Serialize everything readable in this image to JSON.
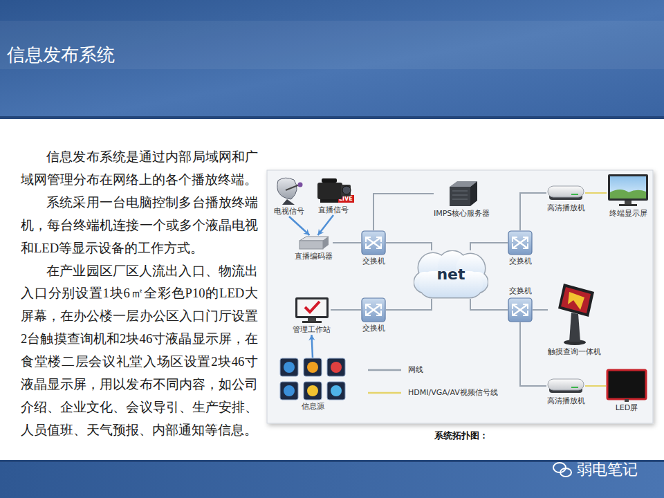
{
  "diagram": {
    "title": "信息发布系统",
    "caption": "系统拓扑图：",
    "nodes": [
      {
        "text": [
          "电视信号"
        ]
      },
      {
        "text": [
          "直播信号"
        ]
      },
      {
        "text": [
          "IMPS核心服务器"
        ]
      },
      {
        "text": [
          "高清播放机"
        ]
      },
      {
        "text": [
          "终端显示屏"
        ]
      },
      {
        "text": [
          "直播编码器"
        ]
      },
      {
        "text": [
          "交换机"
        ]
      },
      {
        "text": [
          "net"
        ]
      },
      {
        "text": [
          "交换机"
        ]
      },
      {
        "text": [
          "交换机"
        ]
      },
      {
        "text": [
          "管理工作站"
        ]
      },
      {
        "text": [
          "交换机"
        ]
      },
      {
        "text": [
          "触摸查询一体机"
        ]
      },
      {
        "text": [
          "信息源"
        ]
      },
      {
        "text": [
          "高清播放机"
        ]
      },
      {
        "text": [
          "LED屏"
        ]
      }
    ],
    "edges": [
      {
        "from": 0,
        "to": 5,
        "arrow": "to"
      },
      {
        "from": 1,
        "to": 5,
        "arrow": "to"
      },
      {
        "from": 5,
        "to": 6,
        "arrow": "none"
      },
      {
        "from": 6,
        "to": 2,
        "arrow": "none"
      },
      {
        "from": 6,
        "to": 7,
        "arrow": "none"
      },
      {
        "from": 7,
        "to": 8,
        "arrow": "none"
      },
      {
        "from": 8,
        "to": 3,
        "arrow": "none"
      },
      {
        "from": 3,
        "to": 4,
        "arrow": "none"
      },
      {
        "from": 7,
        "to": 9,
        "arrow": "none"
      },
      {
        "from": 9,
        "to": 12,
        "arrow": "none"
      },
      {
        "from": 9,
        "to": 14,
        "arrow": "none"
      },
      {
        "from": 14,
        "to": 15,
        "arrow": "none"
      },
      {
        "from": 10,
        "to": 11,
        "arrow": "none"
      },
      {
        "from": 11,
        "to": 7,
        "arrow": "none"
      },
      {
        "from": 13,
        "to": 10,
        "arrow": "to"
      }
    ],
    "labels": [
      "信息发布系统是通过内部局域网和广域网管理分布在网络上的各个播放终端。",
      "系统采用一台电脑控制多台播放终端机，每台终端机连接一个或多个液晶电视和LED等显示设备的工作方式。",
      "在产业园区厂区人流出入口、物流出入口分别设置1块6㎡全彩色P10的LED大屏幕，在办公楼一层办公区入口门厅设置2台触摸查询机和2块46寸液晶显示屏，在食堂楼二层会议礼堂入场区设置2块46寸液晶显示屏，用以发布不同内容，如公司介绍、企业文化、会议导引、生产安排、人员值班、天气预报、内部通知等信息。",
      "LIVE",
      "LED",
      "弱电笔记"
    ],
    "legend": [
      {
        "text": "网线"
      },
      {
        "text": "HDMI/VGA/AV视频信号线"
      }
    ]
  }
}
